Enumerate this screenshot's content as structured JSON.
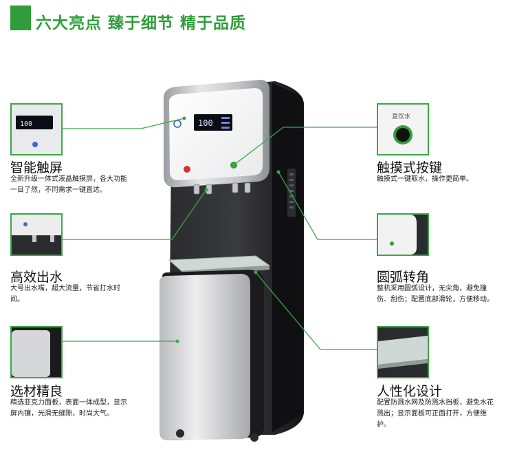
{
  "header": {
    "title": "六大亮点 臻于细节 精于品质"
  },
  "product": {
    "display_reading": "100",
    "button_label": "直饮水"
  },
  "features": [
    {
      "id": "touch-screen",
      "title": "智能触屏",
      "desc": "全新升级一体式液晶触摸屏，各大功能一目了然，不同需求一键直达。"
    },
    {
      "id": "high-flow",
      "title": "高效出水",
      "desc": "大号出水嘴，超大流量，节省打水时间。"
    },
    {
      "id": "material",
      "title": "选材精良",
      "desc": "精选亚克力面板，表面一体成型，显示屏内镶，光滑无缝隙，时尚大气。"
    },
    {
      "id": "touch-key",
      "title": "触摸式按键",
      "desc": "触摸式一键取水，操作更简单。"
    },
    {
      "id": "rounded",
      "title": "圆弧转角",
      "desc": "整机采用圆弧设计，无尖角，避免撞伤、刮伤；配置底部滑轮，方便移动。"
    },
    {
      "id": "humanized",
      "title": "人性化设计",
      "desc": "配置防溅水网及防溅水挡板，避免水花溅出；显示面板可正面打开，方便维护。"
    }
  ],
  "colors": {
    "accent": "#2f9e3a",
    "machine_dark": "#1c1c1e",
    "panel_silver": "#c9cbcd"
  }
}
